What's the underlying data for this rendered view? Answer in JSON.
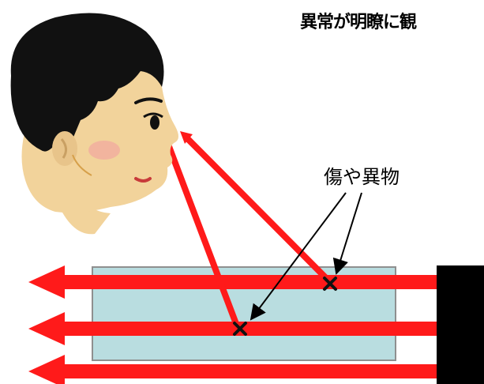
{
  "title": "異常が明瞭に観",
  "annotation": "傷や異物",
  "colors": {
    "beam": "#ff1a1a",
    "glass_fill": "#b9dde0",
    "glass_border": "#8f8f8f",
    "light_source": "#000000",
    "skin": "#f2d39b",
    "hair": "#111111",
    "marker": "#111111"
  },
  "icons": {
    "observer": "person-head-icon",
    "defect": "cross-mark-icon",
    "source": "light-source-block"
  }
}
